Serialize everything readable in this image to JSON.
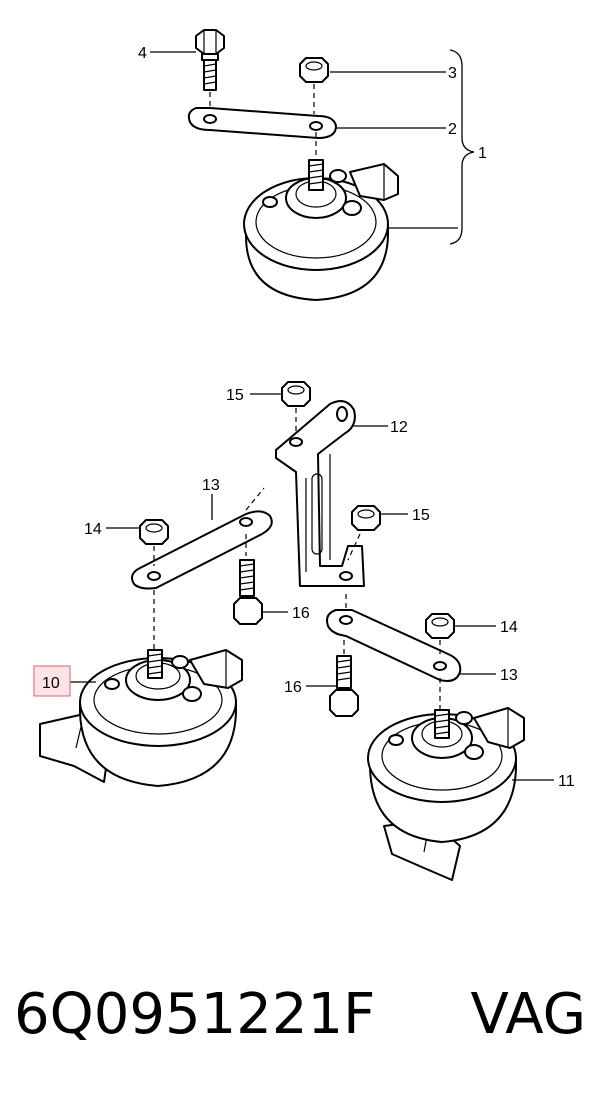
{
  "diagram": {
    "labels": {
      "l1": "1",
      "l2": "2",
      "l3": "3",
      "l4": "4",
      "l10": "10",
      "l11": "11",
      "l12": "12",
      "l13a": "13",
      "l13b": "13",
      "l14a": "14",
      "l14b": "14",
      "l15a": "15",
      "l15b": "15",
      "l16a": "16",
      "l16b": "16"
    },
    "highlighted_label": "10"
  },
  "footer": {
    "part_number": "6Q0951221F",
    "brand": "VAG"
  },
  "colors": {
    "highlight_fill": "#fbe3e6",
    "highlight_border": "#e07a86",
    "line": "#000000"
  }
}
